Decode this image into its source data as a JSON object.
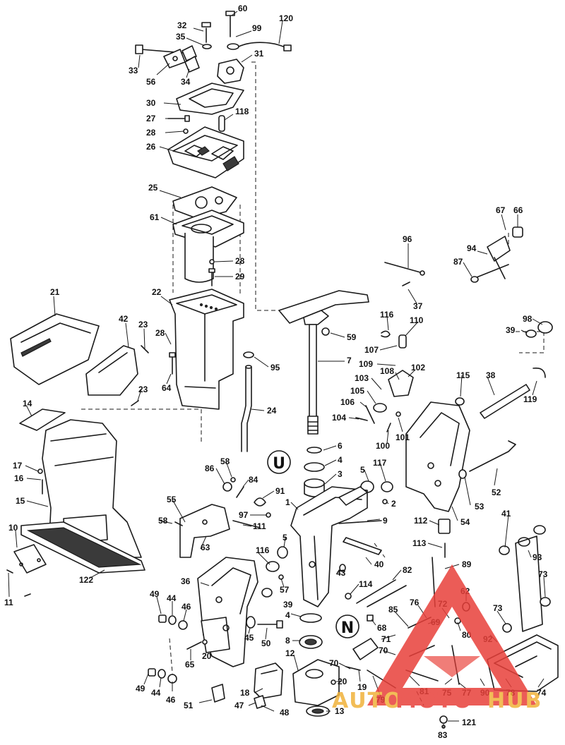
{
  "callouts": [
    {
      "id": "c60",
      "text": "60"
    },
    {
      "id": "c32",
      "text": "32"
    },
    {
      "id": "c120",
      "text": "120"
    },
    {
      "id": "c99",
      "text": "99"
    },
    {
      "id": "c35",
      "text": "35"
    },
    {
      "id": "c31",
      "text": "31"
    },
    {
      "id": "c33",
      "text": "33"
    },
    {
      "id": "c56",
      "text": "56"
    },
    {
      "id": "c34",
      "text": "34"
    },
    {
      "id": "c30",
      "text": "30"
    },
    {
      "id": "c118",
      "text": "118"
    },
    {
      "id": "c27",
      "text": "27"
    },
    {
      "id": "c28a",
      "text": "28"
    },
    {
      "id": "c26",
      "text": "26"
    },
    {
      "id": "c25",
      "text": "25"
    },
    {
      "id": "c61",
      "text": "61"
    },
    {
      "id": "c28b",
      "text": "28"
    },
    {
      "id": "c29",
      "text": "29"
    },
    {
      "id": "c67",
      "text": "67"
    },
    {
      "id": "c66",
      "text": "66"
    },
    {
      "id": "c96",
      "text": "96"
    },
    {
      "id": "c94",
      "text": "94"
    },
    {
      "id": "c87",
      "text": "87"
    },
    {
      "id": "c37",
      "text": "37"
    },
    {
      "id": "c21",
      "text": "21"
    },
    {
      "id": "c22",
      "text": "22"
    },
    {
      "id": "c42",
      "text": "42"
    },
    {
      "id": "c23a",
      "text": "23"
    },
    {
      "id": "c28c",
      "text": "28"
    },
    {
      "id": "c116a",
      "text": "116"
    },
    {
      "id": "c110",
      "text": "110"
    },
    {
      "id": "c98",
      "text": "98"
    },
    {
      "id": "c39a",
      "text": "39"
    },
    {
      "id": "c59",
      "text": "59"
    },
    {
      "id": "c95",
      "text": "95"
    },
    {
      "id": "c7",
      "text": "7"
    },
    {
      "id": "c107",
      "text": "107"
    },
    {
      "id": "c109",
      "text": "109"
    },
    {
      "id": "c108",
      "text": "108"
    },
    {
      "id": "c102",
      "text": "102"
    },
    {
      "id": "c64",
      "text": "64"
    },
    {
      "id": "c23b",
      "text": "23"
    },
    {
      "id": "c103",
      "text": "103"
    },
    {
      "id": "c115",
      "text": "115"
    },
    {
      "id": "c38",
      "text": "38"
    },
    {
      "id": "c119",
      "text": "119"
    },
    {
      "id": "c105",
      "text": "105"
    },
    {
      "id": "c106",
      "text": "106"
    },
    {
      "id": "c14",
      "text": "14"
    },
    {
      "id": "c24",
      "text": "24"
    },
    {
      "id": "c104",
      "text": "104"
    },
    {
      "id": "c101",
      "text": "101"
    },
    {
      "id": "c100",
      "text": "100"
    },
    {
      "id": "c6",
      "text": "6"
    },
    {
      "id": "c4a",
      "text": "4"
    },
    {
      "id": "c3",
      "text": "3"
    },
    {
      "id": "c17",
      "text": "17"
    },
    {
      "id": "c86",
      "text": "86"
    },
    {
      "id": "c58a",
      "text": "58"
    },
    {
      "id": "c5a",
      "text": "5"
    },
    {
      "id": "c117",
      "text": "117"
    },
    {
      "id": "c52",
      "text": "52"
    },
    {
      "id": "c16",
      "text": "16"
    },
    {
      "id": "c84",
      "text": "84"
    },
    {
      "id": "c91",
      "text": "91"
    },
    {
      "id": "c15",
      "text": "15"
    },
    {
      "id": "c55",
      "text": "55"
    },
    {
      "id": "c1",
      "text": "1"
    },
    {
      "id": "c2",
      "text": "2"
    },
    {
      "id": "c53",
      "text": "53"
    },
    {
      "id": "c97",
      "text": "97"
    },
    {
      "id": "c9",
      "text": "9"
    },
    {
      "id": "c54",
      "text": "54"
    },
    {
      "id": "c41",
      "text": "41"
    },
    {
      "id": "c58b",
      "text": "58"
    },
    {
      "id": "c111",
      "text": "111"
    },
    {
      "id": "c112",
      "text": "112"
    },
    {
      "id": "c10",
      "text": "10"
    },
    {
      "id": "c63",
      "text": "63"
    },
    {
      "id": "c5b",
      "text": "5"
    },
    {
      "id": "c113",
      "text": "113"
    },
    {
      "id": "c93",
      "text": "93"
    },
    {
      "id": "c116b",
      "text": "116"
    },
    {
      "id": "c40",
      "text": "40"
    },
    {
      "id": "c43",
      "text": "43"
    },
    {
      "id": "c89",
      "text": "89"
    },
    {
      "id": "c36",
      "text": "36"
    },
    {
      "id": "c82",
      "text": "82"
    },
    {
      "id": "c73a",
      "text": "73"
    },
    {
      "id": "c122",
      "text": "122"
    },
    {
      "id": "c57",
      "text": "57"
    },
    {
      "id": "c114",
      "text": "114"
    },
    {
      "id": "c62",
      "text": "62"
    },
    {
      "id": "c49a",
      "text": "49"
    },
    {
      "id": "c44a",
      "text": "44"
    },
    {
      "id": "c39b",
      "text": "39"
    },
    {
      "id": "c46a",
      "text": "46"
    },
    {
      "id": "c85",
      "text": "85"
    },
    {
      "id": "c76",
      "text": "76"
    },
    {
      "id": "c72",
      "text": "72"
    },
    {
      "id": "c11",
      "text": "11"
    },
    {
      "id": "c4b",
      "text": "4"
    },
    {
      "id": "c68",
      "text": "68"
    },
    {
      "id": "c69",
      "text": "69"
    },
    {
      "id": "c73b",
      "text": "73"
    },
    {
      "id": "c45",
      "text": "45"
    },
    {
      "id": "c50",
      "text": "50"
    },
    {
      "id": "c80",
      "text": "80"
    },
    {
      "id": "c8",
      "text": "8"
    },
    {
      "id": "c71",
      "text": "71"
    },
    {
      "id": "c92",
      "text": "92"
    },
    {
      "id": "c70a",
      "text": "70"
    },
    {
      "id": "c65",
      "text": "65"
    },
    {
      "id": "c20a",
      "text": "20"
    },
    {
      "id": "c12",
      "text": "12"
    },
    {
      "id": "c70b",
      "text": "70"
    },
    {
      "id": "c49b",
      "text": "49"
    },
    {
      "id": "c44b",
      "text": "44"
    },
    {
      "id": "c46b",
      "text": "46"
    },
    {
      "id": "c20b",
      "text": "20"
    },
    {
      "id": "c19",
      "text": "19"
    },
    {
      "id": "c81",
      "text": "81"
    },
    {
      "id": "c75",
      "text": "75"
    },
    {
      "id": "c77",
      "text": "77"
    },
    {
      "id": "c90",
      "text": "90"
    },
    {
      "id": "c78",
      "text": "78"
    },
    {
      "id": "c74",
      "text": "74"
    },
    {
      "id": "c18",
      "text": "18"
    },
    {
      "id": "c79",
      "text": "79"
    },
    {
      "id": "c51",
      "text": "51"
    },
    {
      "id": "c47",
      "text": "47"
    },
    {
      "id": "c48",
      "text": "48"
    },
    {
      "id": "c13",
      "text": "13"
    },
    {
      "id": "c121",
      "text": "121"
    },
    {
      "id": "c83",
      "text": "83"
    }
  ],
  "bubbles": {
    "u_mark": "U",
    "n_mark": "N"
  },
  "watermark": {
    "text_a": "AUTO",
    "text_b": "MOTO",
    "text_c": "HUB",
    "color_red": "#e8403a",
    "color_yellow": "#f0b23a"
  }
}
